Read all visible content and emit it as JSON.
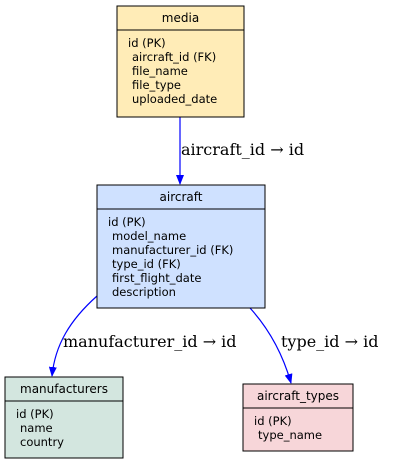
{
  "entities": {
    "media": {
      "title": "media",
      "fields": [
        "id (PK)",
        "aircraft_id (FK)",
        "file_name",
        "file_type",
        "uploaded_date"
      ],
      "fill": "#ffecb7"
    },
    "aircraft": {
      "title": "aircraft",
      "fields": [
        "id (PK)",
        "model_name",
        "manufacturer_id (FK)",
        "type_id (FK)",
        "first_flight_date",
        "description"
      ],
      "fill": "#cfe1ff"
    },
    "manufacturers": {
      "title": "manufacturers",
      "fields": [
        "id (PK)",
        "name",
        "country"
      ],
      "fill": "#d3e6df"
    },
    "aircraft_types": {
      "title": "aircraft_types",
      "fields": [
        "id (PK)",
        "type_name"
      ],
      "fill": "#f7d6d9"
    }
  },
  "relations": [
    {
      "label": "aircraft_id → id"
    },
    {
      "label": "manufacturer_id → id"
    },
    {
      "label": "type_id → id"
    }
  ],
  "colors": {
    "edge": "#0000ff",
    "border": "#000000"
  }
}
